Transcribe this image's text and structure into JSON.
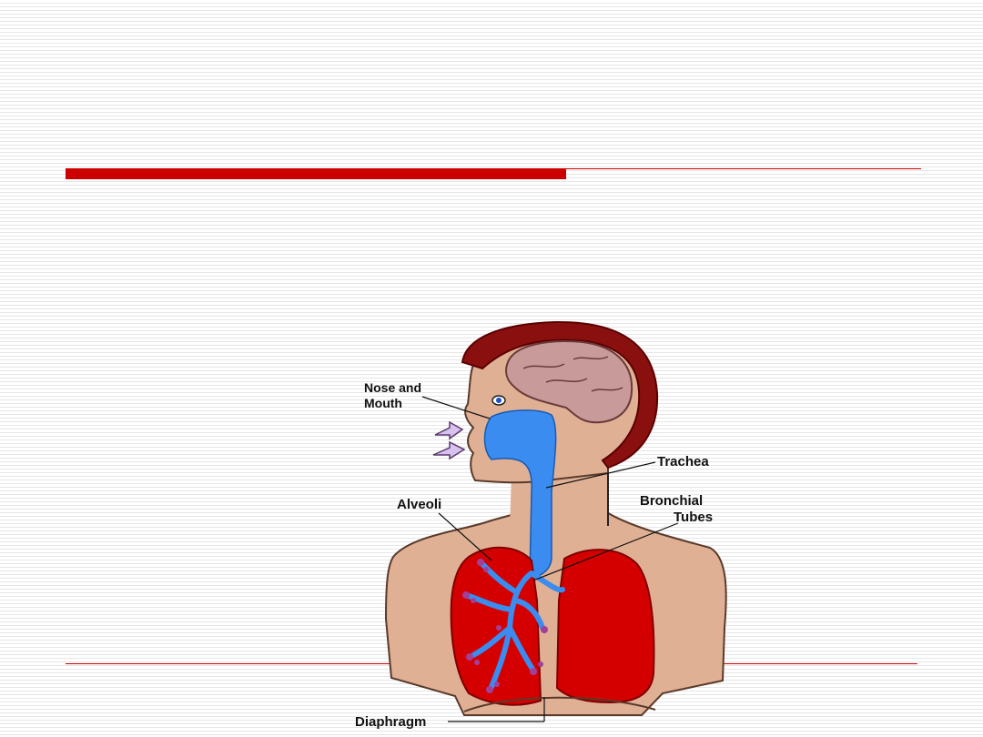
{
  "diagram": {
    "labels": {
      "nose_mouth_line1": "Nose and",
      "nose_mouth_line2": "Mouth",
      "trachea": "Trachea",
      "alveoli": "Alveoli",
      "bronchial_line1": "Bronchial",
      "bronchial_line2": "Tubes",
      "diaphragm": "Diaphragm"
    }
  },
  "colors": {
    "accent_rule": "#cc0000",
    "airway": "#3a8cf0",
    "lung": "#d40000",
    "skin": "#e0b095",
    "hair": "#8a1010",
    "brain": "#c89a9a"
  }
}
